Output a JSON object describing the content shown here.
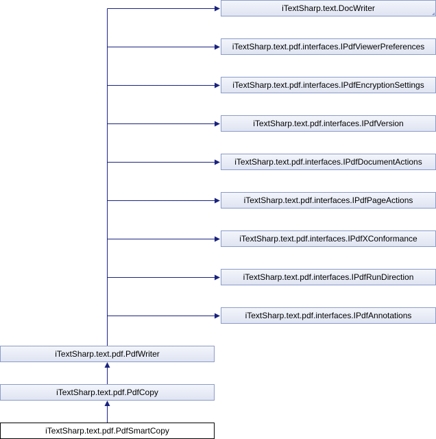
{
  "nodes": {
    "docwriter": "iTextSharp.text.DocWriter",
    "viewer_preferences": "iTextSharp.text.pdf.interfaces.IPdfViewerPreferences",
    "encryption_settings": "iTextSharp.text.pdf.interfaces.IPdfEncryptionSettings",
    "version": "iTextSharp.text.pdf.interfaces.IPdfVersion",
    "document_actions": "iTextSharp.text.pdf.interfaces.IPdfDocumentActions",
    "page_actions": "iTextSharp.text.pdf.interfaces.IPdfPageActions",
    "xconformance": "iTextSharp.text.pdf.interfaces.IPdfXConformance",
    "run_direction": "iTextSharp.text.pdf.interfaces.IPdfRunDirection",
    "annotations": "iTextSharp.text.pdf.interfaces.IPdfAnnotations",
    "pdfwriter": "iTextSharp.text.pdf.PdfWriter",
    "pdfcopy": "iTextSharp.text.pdf.PdfCopy",
    "pdfsmartcopy": "iTextSharp.text.pdf.PdfSmartCopy"
  },
  "colors": {
    "edge": "#1a237e",
    "node_border": "#8b9bc9",
    "current_border": "#000000"
  }
}
